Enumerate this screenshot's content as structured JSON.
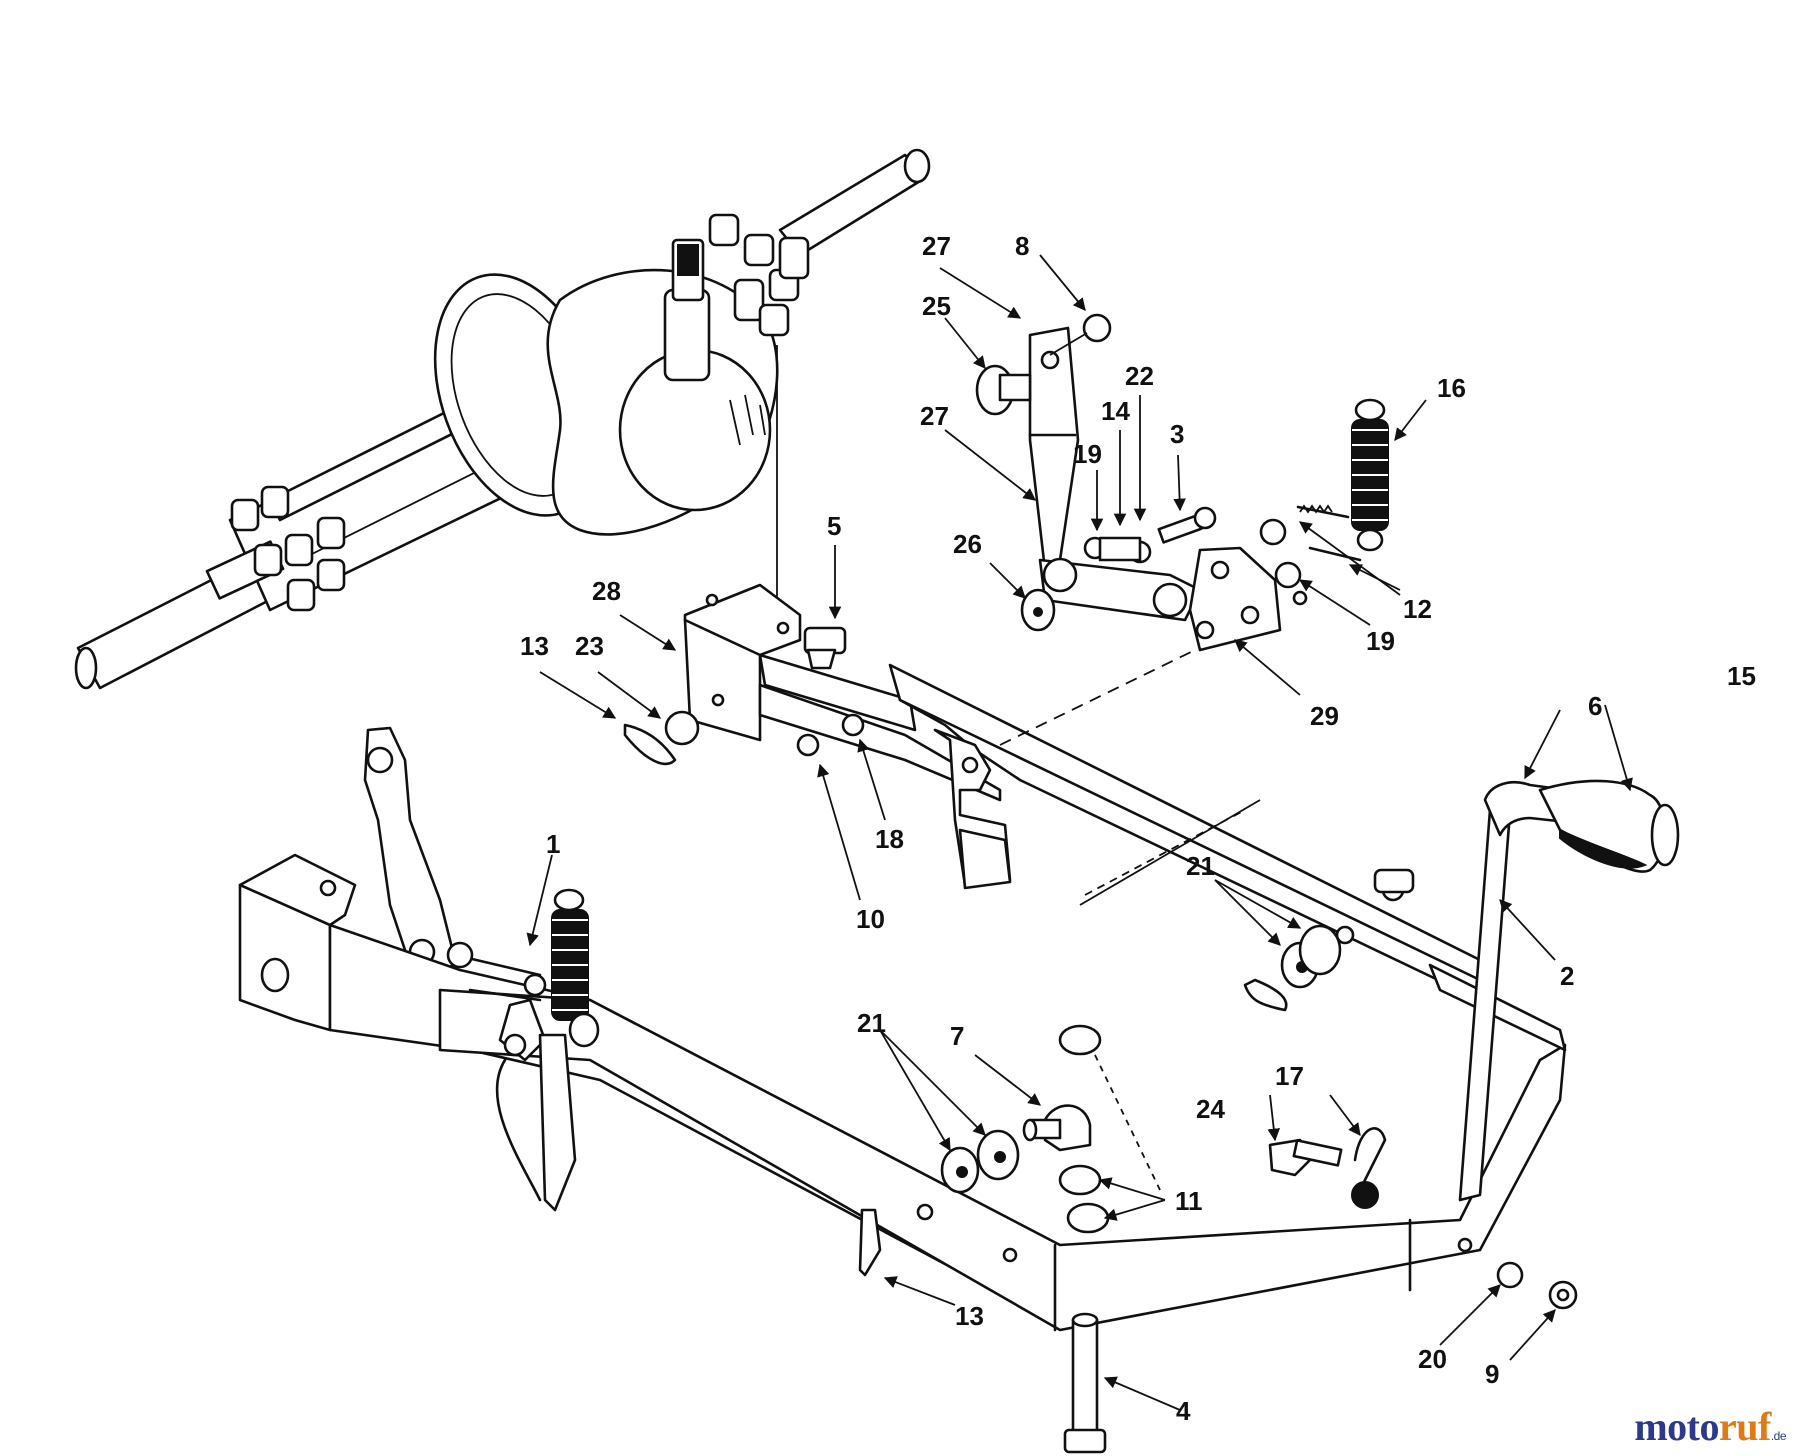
{
  "labels": {
    "l1": "1",
    "l2": "2",
    "l3": "3",
    "l4": "4",
    "l5": "5",
    "l6": "6",
    "l7": "7",
    "l8": "8",
    "l9": "9",
    "l10": "10",
    "l11": "11",
    "l12": "12",
    "l13a": "13",
    "l13b": "13",
    "l14": "14",
    "l15": "15",
    "l16": "16",
    "l17": "17",
    "l18": "18",
    "l19a": "19",
    "l19b": "19",
    "l20": "20",
    "l21a": "21",
    "l21b": "21",
    "l22": "22",
    "l23": "23",
    "l24": "24",
    "l25": "25",
    "l26": "26",
    "l27a": "27",
    "l27b": "27",
    "l28": "28",
    "l29": "29"
  },
  "watermark": {
    "part1": "moto",
    "part2": "ruf",
    "suffix": ".de"
  }
}
